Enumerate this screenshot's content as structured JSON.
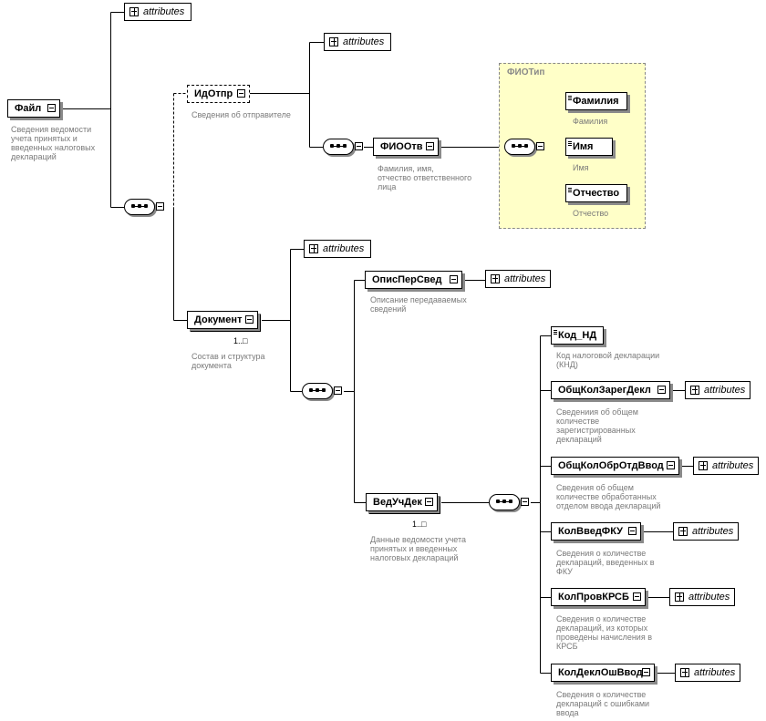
{
  "attr_label": "attributes",
  "root": {
    "name": "Файл",
    "desc": "Сведения ведомости\nучета принятых и\nвведенных налоговых\nдеклараций"
  },
  "idotpr": {
    "name": "ИдОтпр",
    "desc": "Сведения об отправителе"
  },
  "fiootv": {
    "name": "ФИООтв",
    "desc": "Фамилия, имя,\nотчество ответственного\nлица"
  },
  "fiotip": {
    "title": "ФИОТип",
    "items": [
      {
        "name": "Фамилия",
        "desc": "Фамилия"
      },
      {
        "name": "Имя",
        "desc": "Имя"
      },
      {
        "name": "Отчество",
        "desc": "Отчество"
      }
    ]
  },
  "dokument": {
    "name": "Документ",
    "card": "1..□",
    "desc": "Состав и структура\nдокумента"
  },
  "opisper": {
    "name": "ОписПерСвед",
    "desc": "Описание передаваемых\nсведений"
  },
  "veduchdek": {
    "name": "ВедУчДек",
    "card": "1..□",
    "desc": "Данные ведомости учета\nпринятых и введенных\nналоговых деклараций"
  },
  "children": [
    {
      "name": "Код_НД",
      "desc": "Код налоговой декларации\n(КНД)"
    },
    {
      "name": "ОбщКолЗарегДекл",
      "desc": "Сведениия об общем\nколичестве\nзарегистрированных\nдеклараций"
    },
    {
      "name": "ОбщКолОбрОтдВвод",
      "desc": "Сведения об общем\nколичестве обработанных\nотделом ввода деклараций"
    },
    {
      "name": "КолВведФКУ",
      "desc": "Сведения о количестве\nдеклараций, введенных в\nФКУ"
    },
    {
      "name": "КолПровКРСБ",
      "desc": "Сведения о количестве\nдеклараций, из которых\nпроведены начисления в\nКРСБ"
    },
    {
      "name": "КолДеклОшВвод",
      "desc": "Сведения о  количестве\nдеклараций с ошибками\nввода"
    }
  ]
}
